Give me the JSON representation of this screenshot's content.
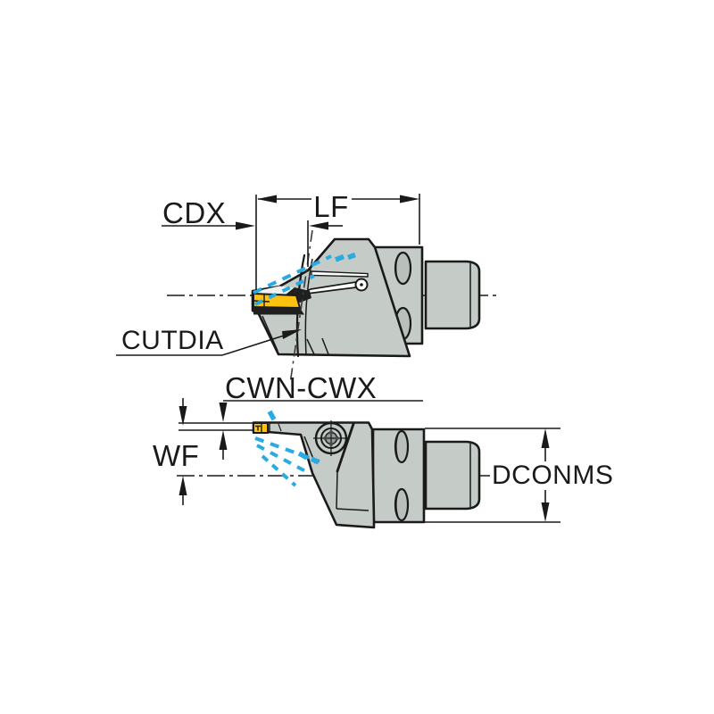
{
  "drawing": {
    "type": "tool-dimension-diagram",
    "labels": {
      "cdx": "CDX",
      "lf": "LF",
      "cutdia": "CUTDIA",
      "cwn_cwx": "CWN-CWX",
      "wf": "WF",
      "dconms": "DCONMS"
    }
  },
  "colors": {
    "background": "#FFFFFF",
    "body_gray": "#C5CBC7",
    "body_gray_dark": "#B9C0BC",
    "outline_black": "#1A1A1A",
    "insert_yellow": "#FFC20E",
    "motion_blue": "#29ABE2",
    "centerline_gray": "#3A3A3A"
  }
}
